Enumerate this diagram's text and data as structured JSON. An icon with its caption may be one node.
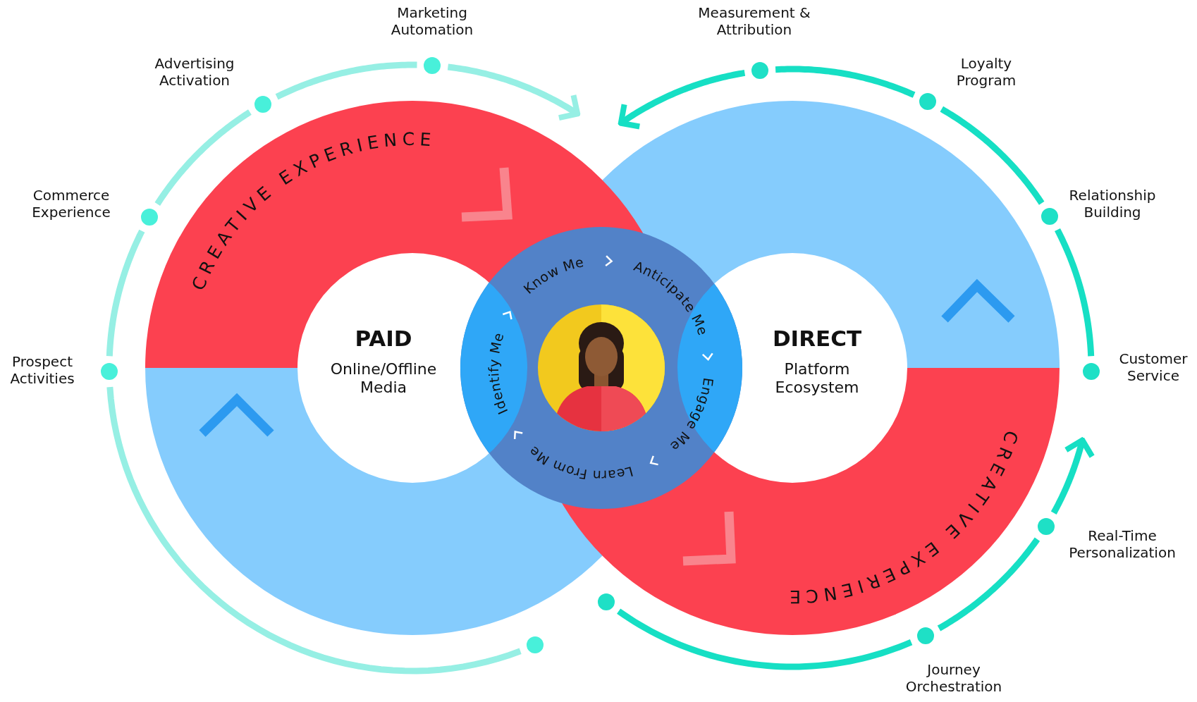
{
  "diagram": {
    "nodes": [
      {
        "text": [
          "CREATIVE EXPERIENCE",
          "PAID",
          "Online/Offline Media"
        ]
      },
      {
        "text": [
          "DIRECT",
          "Platform Ecosystem",
          "CREATIVE EXPERIENCE"
        ]
      },
      {
        "text": [
          "Know Me",
          "Anticipate Me",
          "Engage Me",
          "Learn From Me",
          "Identify Me"
        ]
      },
      {
        "text": [],
        "shape": "person",
        "in": 2
      },
      {
        "text": [],
        "shape": "circle",
        "beside": [
          "Marketing Automation"
        ]
      },
      {
        "text": [],
        "shape": "circle",
        "beside": [
          "Advertising Activation"
        ]
      },
      {
        "text": [],
        "shape": "circle",
        "beside": [
          "Commerce Experience"
        ]
      },
      {
        "text": [],
        "shape": "circle",
        "beside": [
          "Prospect Activities"
        ]
      },
      {
        "text": [],
        "shape": "circle"
      },
      {
        "text": [],
        "shape": "circle",
        "beside": [
          "Measurement & Attribution"
        ]
      },
      {
        "text": [],
        "shape": "circle",
        "beside": [
          "Loyalty Program"
        ]
      },
      {
        "text": [],
        "shape": "circle",
        "beside": [
          "Relationship Building"
        ]
      },
      {
        "text": [],
        "shape": "circle",
        "beside": [
          "Customer Service"
        ]
      },
      {
        "text": [],
        "shape": "circle"
      },
      {
        "text": [],
        "shape": "circle",
        "beside": [
          "Journey Orchestration"
        ]
      },
      {
        "text": [],
        "shape": "circle",
        "beside": [
          "Real-Time Personalization"
        ]
      }
    ],
    "edges": [
      {
        "from": 8,
        "to": 7,
        "arrow": "none",
        "color": "#96efe4"
      },
      {
        "from": 7,
        "to": 6,
        "arrow": "none",
        "color": "#96efe4"
      },
      {
        "from": 6,
        "to": 5,
        "arrow": "none",
        "color": "#96efe4"
      },
      {
        "from": 5,
        "to": 4,
        "arrow": "none",
        "color": "#96efe4"
      },
      {
        "from": 4,
        "to": null,
        "arrow": "to",
        "color": "#96efe4"
      },
      {
        "from": 12,
        "to": 11,
        "arrow": "none"
      },
      {
        "from": 11,
        "to": 10,
        "arrow": "none"
      },
      {
        "from": 10,
        "to": 9,
        "arrow": "none"
      },
      {
        "from": 9,
        "to": null,
        "arrow": "to"
      },
      {
        "from": 13,
        "to": 14,
        "arrow": "none"
      },
      {
        "from": 14,
        "to": 15,
        "arrow": "none"
      },
      {
        "from": 15,
        "to": null,
        "arrow": "to"
      }
    ]
  }
}
